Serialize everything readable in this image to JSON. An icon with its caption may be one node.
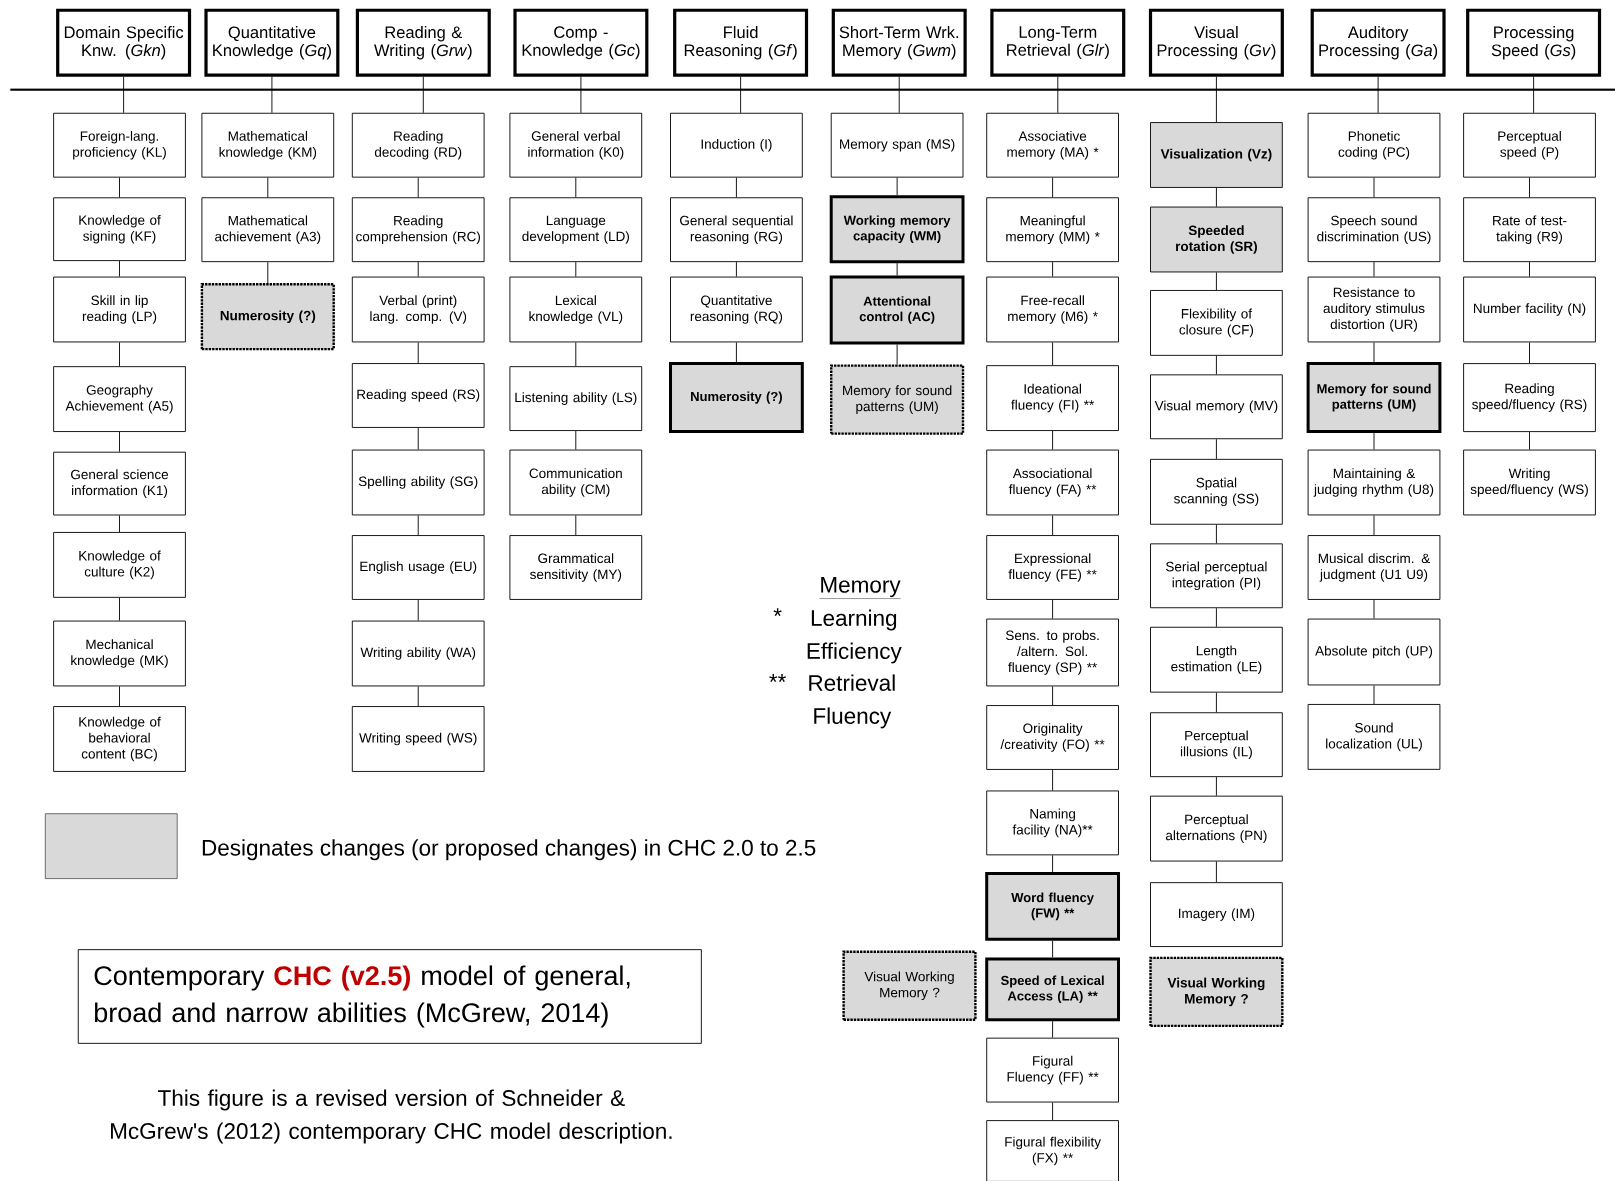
{
  "diagram": {
    "caption": "This figure is a revised version of Schneider & McGrew's (2012) contemporary CHC model description.",
    "nodes": [
      {
        "text": [
          "Domain Specific Knw. (*Gkn*)"
        ]
      },
      {
        "text": [
          "Quantitative Knowledge (*Gq*)"
        ]
      },
      {
        "text": [
          "Reading & Writing (*Grw*)"
        ]
      },
      {
        "text": [
          "Comp - Knowledge (*Gc*)"
        ]
      },
      {
        "text": [
          "Fluid Reasoning (*Gf*)"
        ]
      },
      {
        "text": [
          "Short-Term Wrk. Memory (*Gwm*)"
        ]
      },
      {
        "text": [
          "Long-Term Retrieval (*Glr*)"
        ]
      },
      {
        "text": [
          "Visual Processing (*Gv*)"
        ]
      },
      {
        "text": [
          "Auditory Processing (*Ga*)"
        ]
      },
      {
        "text": [
          "Processing Speed (*Gs*)"
        ]
      },
      {
        "text": [
          "Foreign-lang. proficiency (KL)"
        ]
      },
      {
        "text": [
          "Knowledge of signing (KF)"
        ]
      },
      {
        "text": [
          "Skill in lip reading (LP)"
        ]
      },
      {
        "text": [
          "Geography Achievement (A5)"
        ]
      },
      {
        "text": [
          "General science information (K1)"
        ]
      },
      {
        "text": [
          "Knowledge of culture (K2)"
        ]
      },
      {
        "text": [
          "Mechanical knowledge (MK)"
        ]
      },
      {
        "text": [
          "Knowledge of behavioral content (BC)"
        ]
      },
      {
        "text": [
          "Mathematical knowledge (KM)"
        ]
      },
      {
        "text": [
          "Mathematical achievement (A3)"
        ]
      },
      {
        "text": [
          "Numerosity (?)"
        ]
      },
      {
        "text": [
          "Reading decoding (RD)"
        ]
      },
      {
        "text": [
          "Reading comprehension (RC)"
        ]
      },
      {
        "text": [
          "Verbal (print) lang. comp. (V)"
        ]
      },
      {
        "text": [
          "Reading speed (RS)"
        ]
      },
      {
        "text": [
          "Spelling ability (SG)"
        ]
      },
      {
        "text": [
          "English usage (EU)"
        ]
      },
      {
        "text": [
          "Writing ability (WA)"
        ]
      },
      {
        "text": [
          "Writing speed (WS)"
        ]
      },
      {
        "text": [
          "General verbal information (K0)"
        ]
      },
      {
        "text": [
          "Language development (LD)"
        ]
      },
      {
        "text": [
          "Lexical knowledge (VL)"
        ]
      },
      {
        "text": [
          "Listening ability (LS)"
        ]
      },
      {
        "text": [
          "Communication ability (CM)"
        ]
      },
      {
        "text": [
          "Grammatical sensitivity (MY)"
        ]
      },
      {
        "text": [
          "Induction (I)"
        ]
      },
      {
        "text": [
          "General sequential reasoning (RG)"
        ]
      },
      {
        "text": [
          "Quantitative reasoning (RQ)"
        ]
      },
      {
        "text": [
          "Numerosity (?)"
        ]
      },
      {
        "text": [
          "Memory span (MS)"
        ]
      },
      {
        "text": [
          "Working memory capacity (WM)"
        ]
      },
      {
        "text": [
          "Attentional control (AC)"
        ]
      },
      {
        "text": [
          "Memory for sound patterns (UM)"
        ]
      },
      {
        "text": [
          "Associative memory (MA) *"
        ]
      },
      {
        "text": [
          "Meaningful memory (MM) *"
        ]
      },
      {
        "text": [
          "Free-recall memory (M6) *"
        ]
      },
      {
        "text": [
          "Ideational fluency (FI) **"
        ]
      },
      {
        "text": [
          "Associational fluency (FA) **"
        ]
      },
      {
        "text": [
          "Expressional fluency (FE) **"
        ]
      },
      {
        "text": [
          "Sens. to probs. /altern. Sol. fluency (SP) **"
        ]
      },
      {
        "text": [
          "Originality /creativity (FO) **"
        ]
      },
      {
        "text": [
          "Naming facility (NA)**"
        ]
      },
      {
        "text": [
          "Word fluency (FW) **"
        ]
      },
      {
        "text": [
          "Speed of Lexical Access (LA) **"
        ]
      },
      {
        "text": [
          "Figural Fluency (FF) **"
        ]
      },
      {
        "text": [
          "Figural flexibility (FX) **"
        ]
      },
      {
        "text": [
          "Visualization (Vz)"
        ]
      },
      {
        "text": [
          "Speeded rotation (SR)"
        ]
      },
      {
        "text": [
          "Flexibility of closure (CF)"
        ]
      },
      {
        "text": [
          "Visual memory (MV)"
        ]
      },
      {
        "text": [
          "Spatial scanning (SS)"
        ]
      },
      {
        "text": [
          "Serial perceptual integration (PI)"
        ]
      },
      {
        "text": [
          "Length estimation (LE)"
        ]
      },
      {
        "text": [
          "Perceptual illusions (IL)"
        ]
      },
      {
        "text": [
          "Perceptual alternations (PN)"
        ]
      },
      {
        "text": [
          "Imagery (IM)"
        ]
      },
      {
        "text": [
          "Visual Working Memory ?"
        ]
      },
      {
        "text": [
          "Phonetic coding (PC)"
        ]
      },
      {
        "text": [
          "Speech sound discrimination (US)"
        ]
      },
      {
        "text": [
          "Resistance to auditory stimulus distortion (UR)"
        ]
      },
      {
        "text": [
          "Memory for sound patterns (UM)"
        ]
      },
      {
        "text": [
          "Maintaining & judging rhythm (U8)"
        ]
      },
      {
        "text": [
          "Musical discrim. & judgment (U1 U9)"
        ]
      },
      {
        "text": [
          "Absolute pitch (UP)"
        ]
      },
      {
        "text": [
          "Sound localization (UL)"
        ]
      },
      {
        "text": [
          "Perceptual speed (P)"
        ]
      },
      {
        "text": [
          "Rate of test-taking (R9)"
        ]
      },
      {
        "text": [
          "Number facility (N)"
        ]
      },
      {
        "text": [
          "Reading speed/fluency (RS)"
        ]
      },
      {
        "text": [
          "Writing speed/fluency (WS)"
        ]
      },
      {
        "text": [
          "Visual Working Memory ?"
        ]
      },
      {
        "text": [
          "Contemporary **CHC (v2.5)** model of general, broad and narrow abilities (McGrew, 2014)"
        ]
      }
    ],
    "edges": [
      {
        "from": 0,
        "to": 10,
        "arrow": "none"
      },
      {
        "from": 10,
        "to": 11,
        "arrow": "none"
      },
      {
        "from": 11,
        "to": 12,
        "arrow": "none"
      },
      {
        "from": 12,
        "to": 13,
        "arrow": "none"
      },
      {
        "from": 13,
        "to": 14,
        "arrow": "none"
      },
      {
        "from": 14,
        "to": 15,
        "arrow": "none"
      },
      {
        "from": 15,
        "to": 16,
        "arrow": "none"
      },
      {
        "from": 16,
        "to": 17,
        "arrow": "none"
      },
      {
        "from": 1,
        "to": 18,
        "arrow": "none"
      },
      {
        "from": 18,
        "to": 19,
        "arrow": "none"
      },
      {
        "from": 19,
        "to": 20,
        "arrow": "none"
      },
      {
        "from": 2,
        "to": 21,
        "arrow": "none"
      },
      {
        "from": 21,
        "to": 22,
        "arrow": "none"
      },
      {
        "from": 22,
        "to": 23,
        "arrow": "none"
      },
      {
        "from": 23,
        "to": 24,
        "arrow": "none"
      },
      {
        "from": 24,
        "to": 25,
        "arrow": "none"
      },
      {
        "from": 25,
        "to": 26,
        "arrow": "none"
      },
      {
        "from": 26,
        "to": 27,
        "arrow": "none"
      },
      {
        "from": 27,
        "to": 28,
        "arrow": "none"
      },
      {
        "from": 3,
        "to": 29,
        "arrow": "none"
      },
      {
        "from": 29,
        "to": 30,
        "arrow": "none"
      },
      {
        "from": 30,
        "to": 31,
        "arrow": "none"
      },
      {
        "from": 31,
        "to": 32,
        "arrow": "none"
      },
      {
        "from": 32,
        "to": 33,
        "arrow": "none"
      },
      {
        "from": 33,
        "to": 34,
        "arrow": "none"
      },
      {
        "from": 4,
        "to": 35,
        "arrow": "none"
      },
      {
        "from": 35,
        "to": 36,
        "arrow": "none"
      },
      {
        "from": 36,
        "to": 37,
        "arrow": "none"
      },
      {
        "from": 37,
        "to": 38,
        "arrow": "none"
      },
      {
        "from": 5,
        "to": 39,
        "arrow": "none"
      },
      {
        "from": 39,
        "to": 40,
        "arrow": "none"
      },
      {
        "from": 40,
        "to": 41,
        "arrow": "none"
      },
      {
        "from": 41,
        "to": 42,
        "arrow": "none"
      },
      {
        "from": 6,
        "to": 43,
        "arrow": "none"
      },
      {
        "from": 43,
        "to": 44,
        "arrow": "none"
      },
      {
        "from": 44,
        "to": 45,
        "arrow": "none"
      },
      {
        "from": 45,
        "to": 46,
        "arrow": "none"
      },
      {
        "from": 46,
        "to": 47,
        "arrow": "none"
      },
      {
        "from": 47,
        "to": 48,
        "arrow": "none"
      },
      {
        "from": 48,
        "to": 49,
        "arrow": "none"
      },
      {
        "from": 49,
        "to": 50,
        "arrow": "none"
      },
      {
        "from": 50,
        "to": 51,
        "arrow": "none"
      },
      {
        "from": 51,
        "to": 52,
        "arrow": "none"
      },
      {
        "from": 52,
        "to": 53,
        "arrow": "none"
      },
      {
        "from": 53,
        "to": 54,
        "arrow": "none"
      },
      {
        "from": 54,
        "to": 55,
        "arrow": "none"
      },
      {
        "from": 7,
        "to": 56,
        "arrow": "none"
      },
      {
        "from": 56,
        "to": 57,
        "arrow": "none"
      },
      {
        "from": 57,
        "to": 58,
        "arrow": "none"
      },
      {
        "from": 58,
        "to": 59,
        "arrow": "none"
      },
      {
        "from": 59,
        "to": 60,
        "arrow": "none"
      },
      {
        "from": 60,
        "to": 61,
        "arrow": "none"
      },
      {
        "from": 61,
        "to": 62,
        "arrow": "none"
      },
      {
        "from": 62,
        "to": 63,
        "arrow": "none"
      },
      {
        "from": 63,
        "to": 64,
        "arrow": "none"
      },
      {
        "from": 64,
        "to": 65,
        "arrow": "none"
      },
      {
        "from": 8,
        "to": 67,
        "arrow": "none"
      },
      {
        "from": 67,
        "to": 68,
        "arrow": "none"
      },
      {
        "from": 68,
        "to": 69,
        "arrow": "none"
      },
      {
        "from": 69,
        "to": 70,
        "arrow": "none"
      },
      {
        "from": 70,
        "to": 71,
        "arrow": "none"
      },
      {
        "from": 71,
        "to": 72,
        "arrow": "none"
      },
      {
        "from": 72,
        "to": 73,
        "arrow": "none"
      },
      {
        "from": 73,
        "to": 74,
        "arrow": "none"
      },
      {
        "from": 9,
        "to": 75,
        "arrow": "none"
      },
      {
        "from": 75,
        "to": 76,
        "arrow": "none"
      },
      {
        "from": 76,
        "to": 77,
        "arrow": "none"
      },
      {
        "from": 77,
        "to": 78,
        "arrow": "none"
      },
      {
        "from": 78,
        "to": 79,
        "arrow": "none"
      }
    ],
    "labels": [
      "Memory",
      "*",
      "Learning Efficiency",
      "**",
      "Retrieval Fluency"
    ],
    "legend": [
      {
        "text": "Designates changes (or proposed changes) in CHC 2.0 to 2.5",
        "color": "#d9d9d9"
      }
    ]
  }
}
